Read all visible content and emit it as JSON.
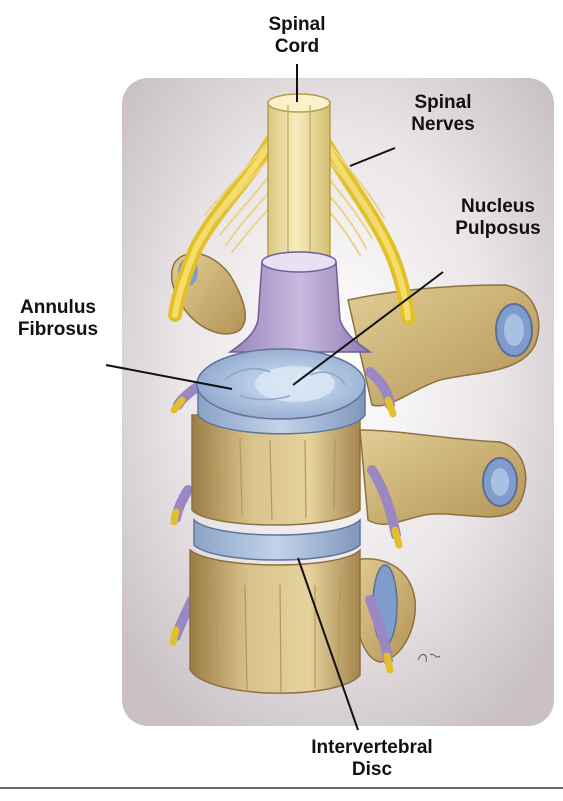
{
  "labels": {
    "spinal_cord": [
      "Spinal",
      "Cord"
    ],
    "spinal_nerves": [
      "Spinal",
      "Nerves"
    ],
    "nucleus_pulposus": [
      "Nucleus",
      "Pulposus"
    ],
    "annulus_fibrosus": [
      "Annulus",
      "Fibrosus"
    ],
    "intervertebral_disc": [
      "Intervertebral",
      "Disc"
    ]
  },
  "colors": {
    "background_panel": "#d9d3d6",
    "bone": "#d8c28a",
    "bone_shadow": "#a88a4e",
    "disc": "#a8bfdc",
    "nucleus": "#c9d9ee",
    "spinal_cord": "#efe0a0",
    "nerves": "#e8c531",
    "dura": "#b6a3cf"
  }
}
